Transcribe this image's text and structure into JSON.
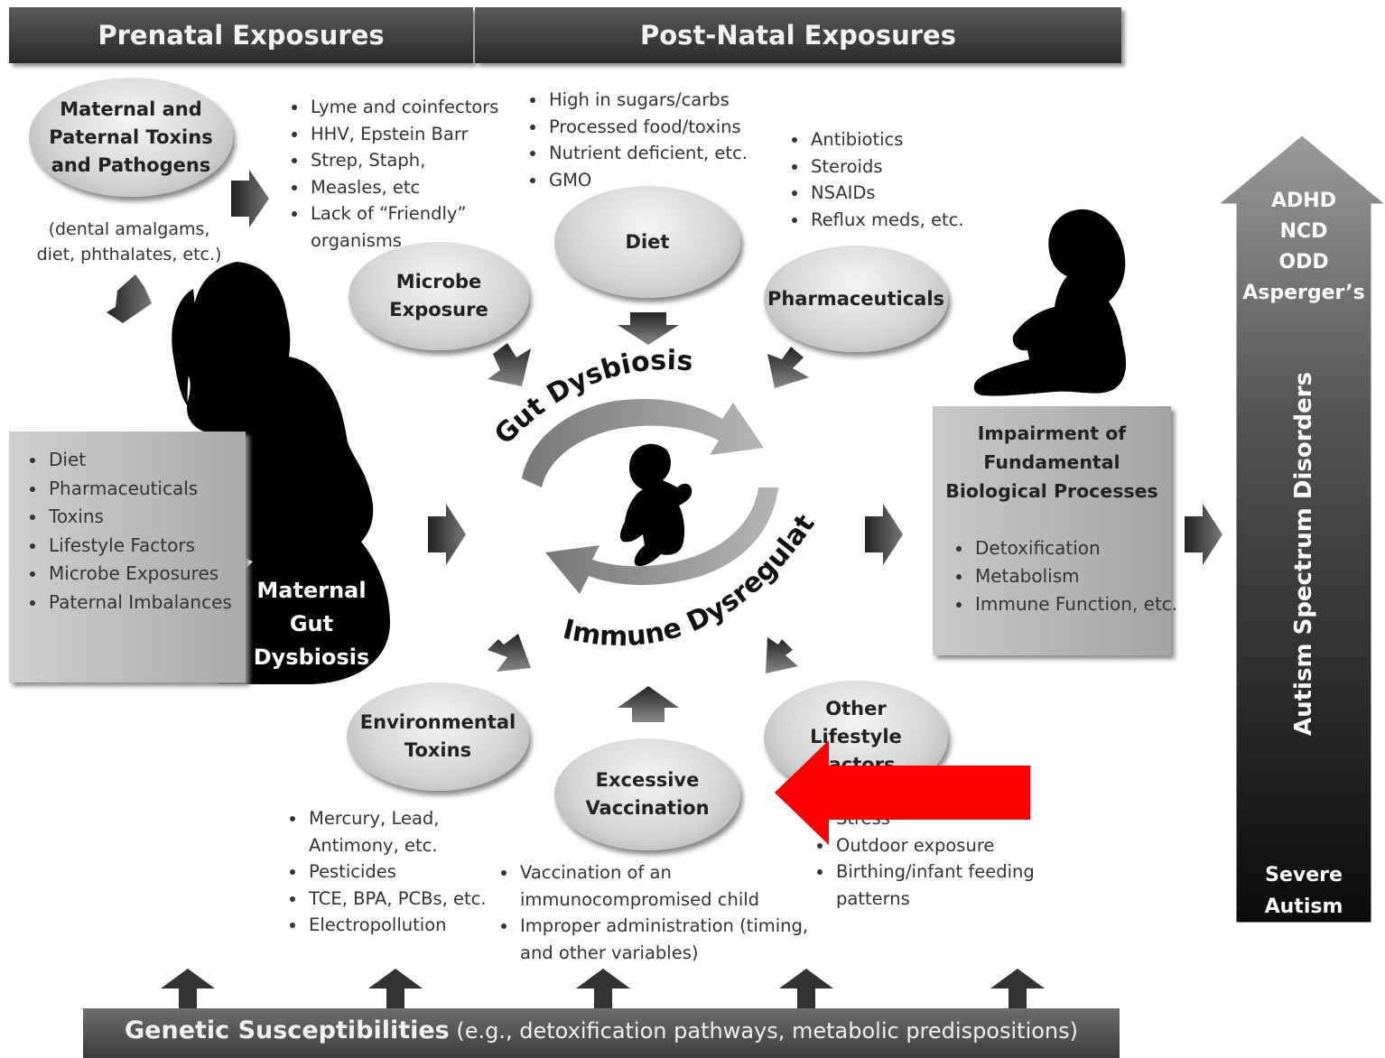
{
  "header": {
    "prenatal": "Prenatal Exposures",
    "postnatal": "Post-Natal Exposures"
  },
  "maternal_toxins": {
    "label_lines": [
      "Maternal and",
      "Paternal Toxins",
      "and Pathogens"
    ],
    "note_lines": [
      "(dental amalgams,",
      "diet, phthalates, etc.)"
    ]
  },
  "microbe": {
    "label_lines": [
      "Microbe",
      "Exposure"
    ],
    "items": [
      "Lyme and coinfectors",
      "HHV, Epstein Barr",
      "Strep, Staph,",
      "Measles, etc",
      "Lack of “Friendly” organisms"
    ]
  },
  "diet": {
    "label": "Diet",
    "items": [
      "High in sugars/carbs",
      "Processed food/toxins",
      "Nutrient deficient, etc.",
      "GMO"
    ]
  },
  "pharma": {
    "label": "Pharmaceuticals",
    "items": [
      "Antibiotics",
      "Steroids",
      "NSAIDs",
      "Reflux meds, etc."
    ]
  },
  "maternal_box": {
    "items": [
      "Diet",
      "Pharmaceuticals",
      "Toxins",
      "Lifestyle Factors",
      "Microbe Exposures",
      "Paternal Imbalances"
    ],
    "label_lines": [
      "Maternal",
      "Gut",
      "Dysbiosis"
    ]
  },
  "cycle": {
    "top": "Gut Dysbiosis",
    "bottom": "Immune Dysregulation"
  },
  "impairment": {
    "title_lines": [
      "Impairment of",
      "Fundamental",
      "Biological Processes"
    ],
    "items": [
      "Detoxification",
      "Metabolism",
      "Immune Function, etc."
    ]
  },
  "spectrum": {
    "top_lines": [
      "ADHD",
      "NCD",
      "ODD",
      "Asperger’s"
    ],
    "label": "Autism Spectrum Disorders",
    "bottom_lines": [
      "Severe",
      "Autism"
    ]
  },
  "env": {
    "label_lines": [
      "Environmental",
      "Toxins"
    ],
    "items": [
      "Mercury, Lead, Antimony, etc.",
      "Pesticides",
      "TCE, BPA, PCBs, etc.",
      "Electropollution"
    ]
  },
  "vacc": {
    "label_lines": [
      "Excessive",
      "Vaccination"
    ],
    "items": [
      "Vaccination of an immunocompromised child",
      "Improper administration (timing, and other variables)"
    ]
  },
  "lifestyle": {
    "label_lines": [
      "Other",
      "Lifestyle",
      "Factors"
    ],
    "items": [
      "Stress",
      "Outdoor exposure",
      "Birthing/infant feeding patterns"
    ]
  },
  "genetic": {
    "bold": "Genetic Susceptibilities",
    "rest": " (e.g., detoxification pathways, metabolic predispositions)"
  },
  "colors": {
    "highlight_arrow": "#ff0000",
    "header_bg": "#3a3a3a"
  },
  "icons": [
    "pregnant-woman-silhouette",
    "sitting-baby-silhouette",
    "crawling-baby-silhouette",
    "cycle-arrows",
    "pointer-arrow"
  ]
}
